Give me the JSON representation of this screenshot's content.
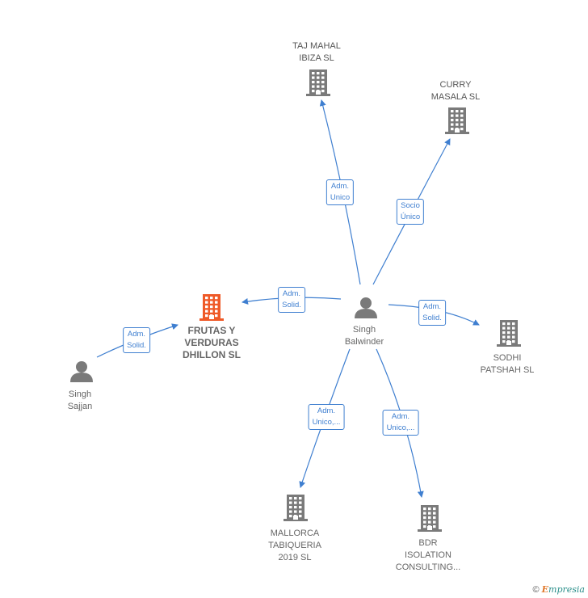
{
  "colors": {
    "edge": "#3f7fd0",
    "company": "#7a7a7a",
    "company_focus": "#ef5a28",
    "person": "#7a7a7a"
  },
  "nodes": [
    {
      "id": "taj",
      "type": "company",
      "label": "TAJ MAHAL\nIBIZA  SL"
    },
    {
      "id": "curry",
      "type": "company",
      "label": "CURRY\nMASALA SL"
    },
    {
      "id": "frutas",
      "type": "company-focus",
      "label": "FRUTAS Y\nVERDURAS\nDHILLON  SL"
    },
    {
      "id": "balwinder",
      "type": "person",
      "label": "Singh\nBalwinder"
    },
    {
      "id": "sodhi",
      "type": "company",
      "label": "SODHI\nPATSHAH  SL"
    },
    {
      "id": "sajjan",
      "type": "person",
      "label": "Singh\nSajjan"
    },
    {
      "id": "mallorca",
      "type": "company",
      "label": "MALLORCA\nTABIQUERIA\n2019  SL"
    },
    {
      "id": "bdr",
      "type": "company",
      "label": "BDR\nISOLATION\nCONSULTING..."
    }
  ],
  "edges": [
    {
      "from": "balwinder",
      "to": "taj",
      "label": "Adm.\nUnico"
    },
    {
      "from": "balwinder",
      "to": "curry",
      "label": "Socio\nÚnico"
    },
    {
      "from": "balwinder",
      "to": "frutas",
      "label": "Adm.\nSolid."
    },
    {
      "from": "balwinder",
      "to": "sodhi",
      "label": "Adm.\nSolid."
    },
    {
      "from": "sajjan",
      "to": "frutas",
      "label": "Adm.\nSolid."
    },
    {
      "from": "balwinder",
      "to": "mallorca",
      "label": "Adm.\nUnico,..."
    },
    {
      "from": "balwinder",
      "to": "bdr",
      "label": "Adm.\nUnico,..."
    }
  ],
  "footer": {
    "copyright": "©",
    "brand_first": "E",
    "brand_rest": "mpresia"
  }
}
